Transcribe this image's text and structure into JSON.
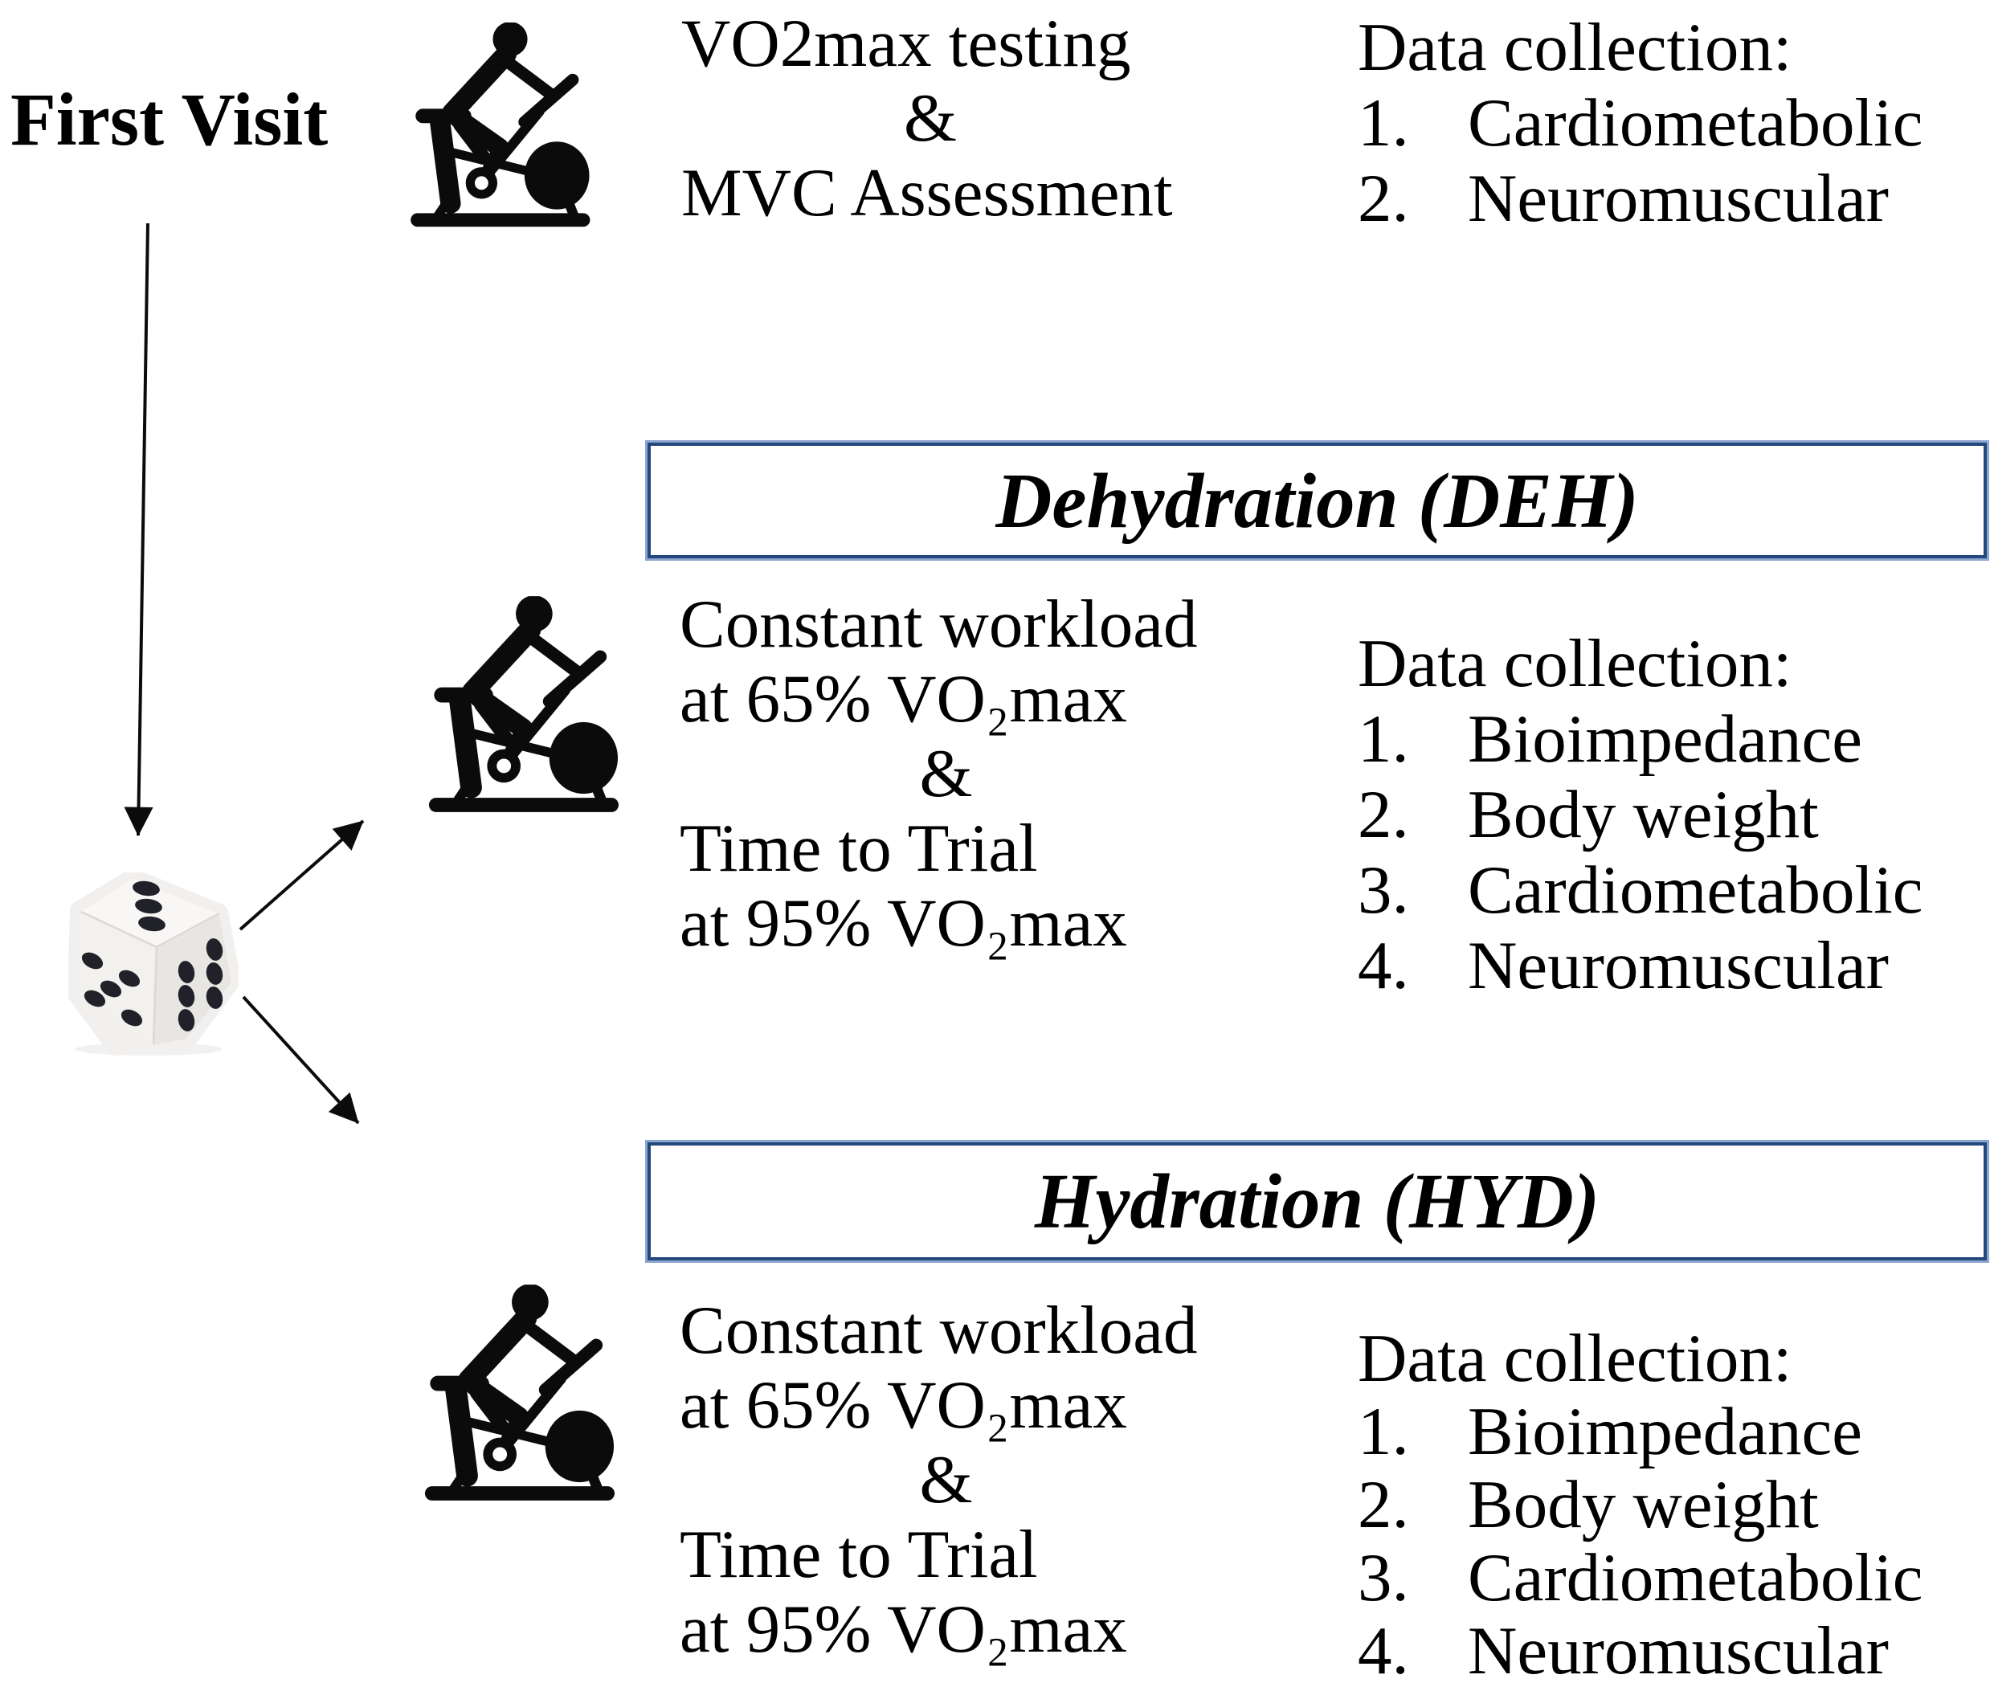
{
  "theme": {
    "bg": "#ffffff",
    "ink": "#000000",
    "icon-ink": "#0b0b0b",
    "box-border-dark": "#24477d",
    "box-border-light": "#8aa5cf",
    "die-face-top": "#f8f7f5",
    "die-face-left": "#f3f1ee",
    "die-face-right": "#e8e6e2",
    "die-pip": "#21212a"
  },
  "first_visit": {
    "label": "First Visit"
  },
  "visit1": {
    "protocol_lines": [
      "VO2max testing",
      "&",
      "MVC Assessment"
    ],
    "data_collection": {
      "title": "Data collection:",
      "items": [
        {
          "num": "1.",
          "label": "Cardiometabolic"
        },
        {
          "num": "2.",
          "label": "Neuromuscular"
        }
      ]
    }
  },
  "deh_branch": {
    "title": "Dehydration (DEH)",
    "protocol_lines": [
      "Constant workload",
      "at 65% VO₂max",
      "&",
      "Time to Trial",
      "at 95% VO₂max"
    ],
    "data_collection": {
      "title": "Data collection:",
      "items": [
        {
          "num": "1.",
          "label": "Bioimpedance"
        },
        {
          "num": "2.",
          "label": "Body weight"
        },
        {
          "num": "3.",
          "label": "Cardiometabolic"
        },
        {
          "num": "4.",
          "label": "Neuromuscular"
        }
      ]
    }
  },
  "hyd_branch": {
    "title": "Hydration (HYD)",
    "protocol_lines": [
      "Constant workload",
      "at 65% VO₂max",
      "&",
      "Time to Trial",
      "at 95% VO₂max"
    ],
    "data_collection": {
      "title": "Data collection:",
      "items": [
        {
          "num": "1.",
          "label": "Bioimpedance"
        },
        {
          "num": "2.",
          "label": "Body weight"
        },
        {
          "num": "3.",
          "label": "Cardiometabolic"
        },
        {
          "num": "4.",
          "label": "Neuromuscular"
        }
      ]
    }
  }
}
